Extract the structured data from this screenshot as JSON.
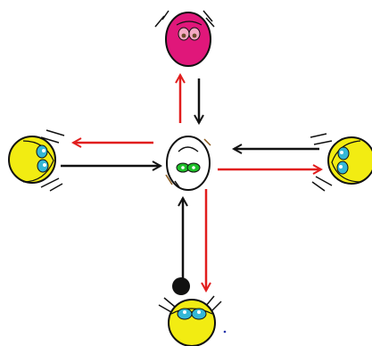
{
  "colors": {
    "background": "#ffffff",
    "outline": "#111111",
    "center_face": "#ffffff",
    "top_face": "#e0177a",
    "side_faces": "#f2ec12",
    "eye_green": "#1fbf2a",
    "eye_cyan": "#35b7d6",
    "eye_pink_fill": "#f4a9c3",
    "eye_pink_pupil": "#6b4b2a",
    "inward_arrow": "#111111",
    "outward_arrow": "#e11d1d",
    "brow_brown": "#8a5a1e",
    "blue_dot": "#2233aa"
  },
  "nodes": [
    {
      "id": "center",
      "role": "hub",
      "face_color": "center_face",
      "eye_color": "eye_green",
      "icon": "center-face-icon"
    },
    {
      "id": "top",
      "face_color": "top_face",
      "eye_color": "eye_pink_fill",
      "icon": "top-face-icon"
    },
    {
      "id": "left",
      "face_color": "side_faces",
      "eye_color": "eye_cyan",
      "icon": "left-face-icon"
    },
    {
      "id": "right",
      "face_color": "side_faces",
      "eye_color": "eye_cyan",
      "icon": "right-face-icon"
    },
    {
      "id": "bottom",
      "face_color": "side_faces",
      "eye_color": "eye_cyan",
      "icon": "bottom-face-icon",
      "has_black_ball": true
    }
  ],
  "edges": [
    {
      "from": "top",
      "to": "center",
      "color": "inward_arrow"
    },
    {
      "from": "center",
      "to": "top",
      "color": "outward_arrow"
    },
    {
      "from": "left",
      "to": "center",
      "color": "inward_arrow"
    },
    {
      "from": "center",
      "to": "left",
      "color": "outward_arrow"
    },
    {
      "from": "right",
      "to": "center",
      "color": "inward_arrow"
    },
    {
      "from": "center",
      "to": "right",
      "color": "outward_arrow"
    },
    {
      "from": "bottom",
      "to": "center",
      "color": "inward_arrow"
    },
    {
      "from": "center",
      "to": "bottom",
      "color": "outward_arrow"
    }
  ]
}
